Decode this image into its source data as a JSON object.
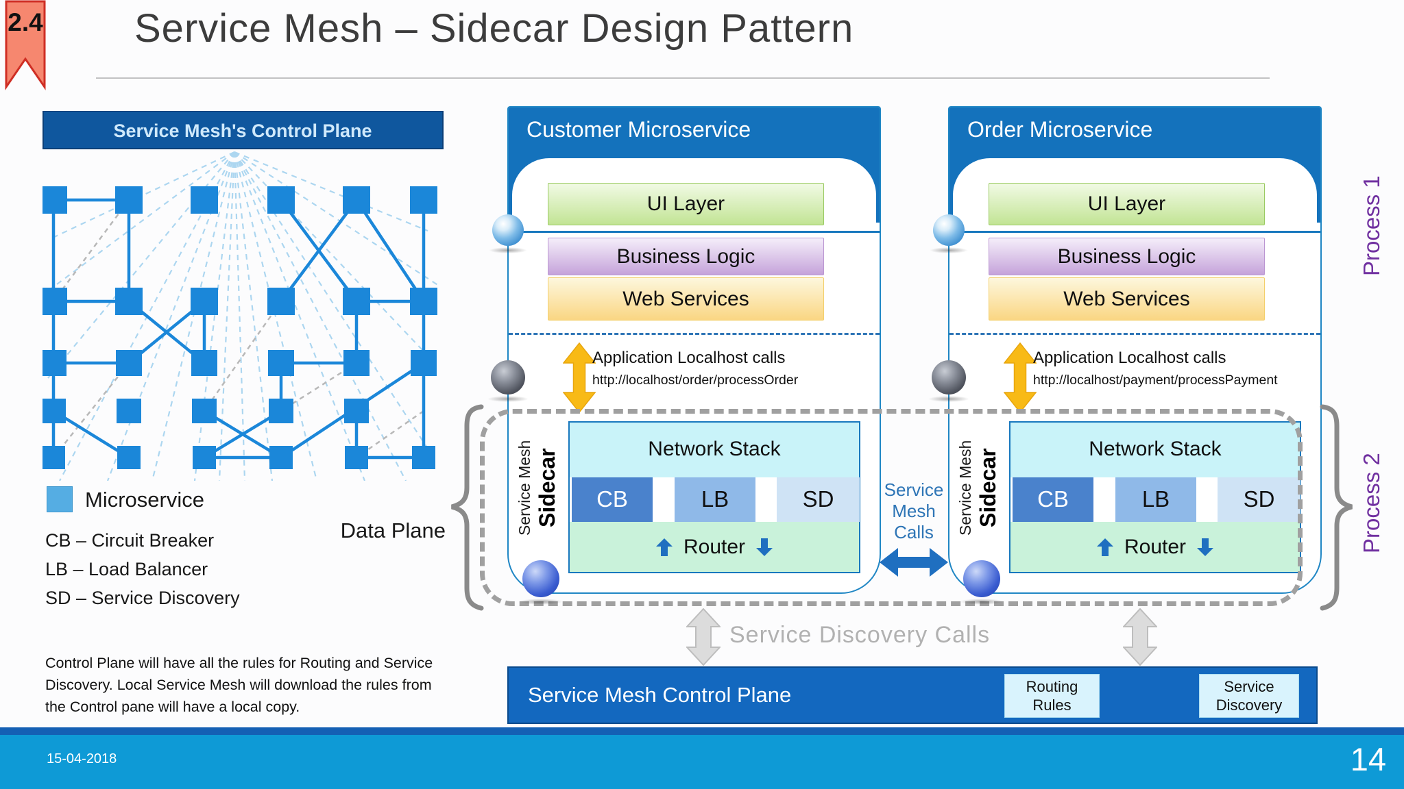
{
  "slide": {
    "badge": "2.4",
    "title": "Service Mesh – Sidecar Design Pattern"
  },
  "control_panel": {
    "header": "Service Mesh's Control Plane"
  },
  "legend": {
    "microservice": "Microservice",
    "cb": "CB – Circuit Breaker",
    "lb": "LB – Load Balancer",
    "sd": "SD – Service Discovery"
  },
  "data_plane_label": "Data Plane",
  "note": "Control Plane will have all the rules for Routing and Service Discovery. Local Service Mesh will download the rules from the Control pane will have a local copy.",
  "microservices": [
    {
      "title": "Customer Microservice",
      "ui_layer": "UI Layer",
      "business_logic": "Business Logic",
      "web_services": "Web Services",
      "app_calls_title": "Application Localhost calls",
      "app_calls_url": "http://localhost/order/processOrder",
      "service_mesh": "Service Mesh",
      "sidecar": "Sidecar",
      "network_stack": {
        "title": "Network Stack",
        "cb": "CB",
        "lb": "LB",
        "sd": "SD",
        "router": "Router"
      }
    },
    {
      "title": "Order Microservice",
      "ui_layer": "UI Layer",
      "business_logic": "Business Logic",
      "web_services": "Web Services",
      "app_calls_title": "Application Localhost calls",
      "app_calls_url": "http://localhost/payment/processPayment",
      "service_mesh": "Service Mesh",
      "sidecar": "Sidecar",
      "network_stack": {
        "title": "Network Stack",
        "cb": "CB",
        "lb": "LB",
        "sd": "SD",
        "router": "Router"
      }
    }
  ],
  "mesh_calls_lines": [
    "Service",
    "Mesh",
    "Calls"
  ],
  "service_discovery_calls": "Service Discovery Calls",
  "control_bar": {
    "title": "Service Mesh Control Plane",
    "routing_rules": [
      "Routing",
      "Rules"
    ],
    "service_discovery": [
      "Service",
      "Discovery"
    ]
  },
  "process_labels": {
    "p1": "Process 1",
    "p2": "Process 2"
  },
  "footer": {
    "date": "15-04-2018",
    "page": "14"
  },
  "colors": {
    "accent_blue": "#1472bc",
    "mesh_node_blue": "#1b87d9",
    "panel_header_blue": "#0f579e",
    "cb_fill": "#4a82cc",
    "lb_fill": "#8fb9e8",
    "sd_fill": "#cfe3f5",
    "router_green": "#c9f2da",
    "yellow_arrow": "#f8ba16",
    "process_purple": "#7030a0",
    "footer_blue": "#0e9ad6"
  }
}
